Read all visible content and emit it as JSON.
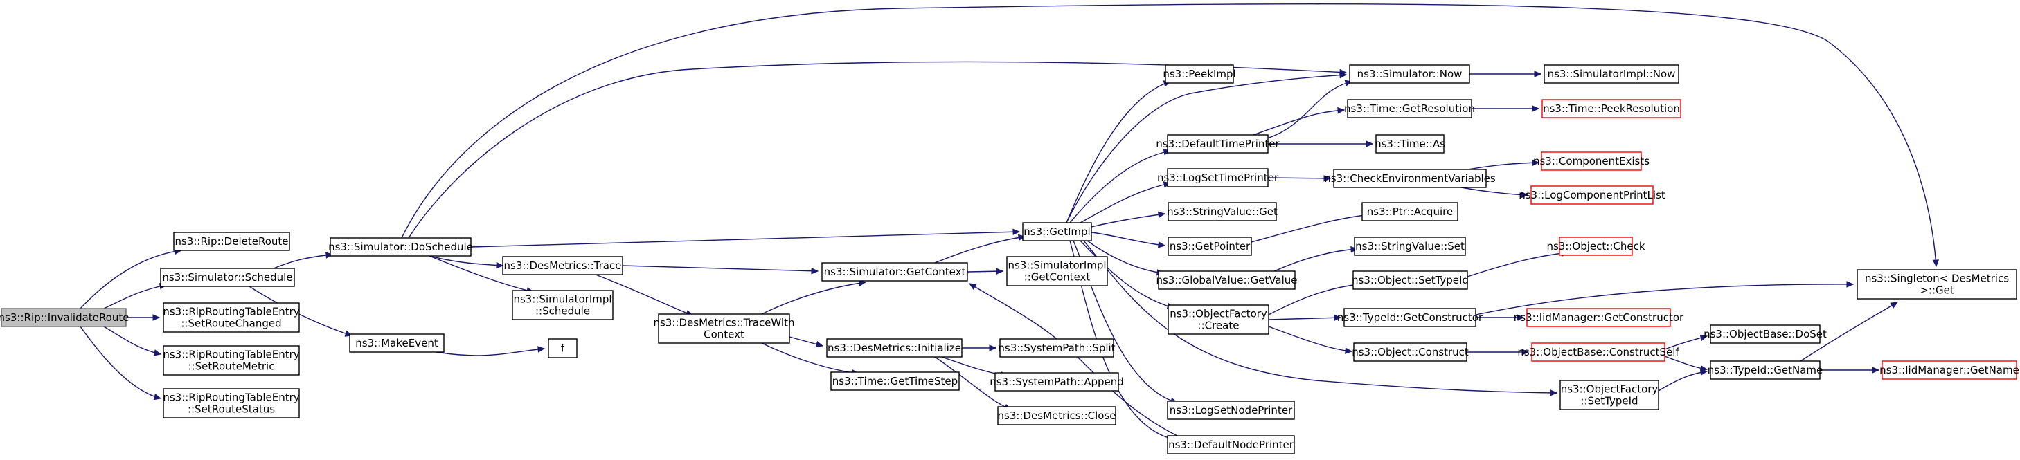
{
  "diagram": {
    "type": "call-graph",
    "colors": {
      "edge": "#191970",
      "node_border": "#000000",
      "truncated_border": "#ff0000",
      "root_fill": "#bfbfbf",
      "root_border": "#666666",
      "background": "#ffffff"
    },
    "nodes": [
      {
        "id": "invalidate-route",
        "lines": [
          "ns3::Rip::InvalidateRoute"
        ],
        "style": "root"
      },
      {
        "id": "delete-route",
        "lines": [
          "ns3::Rip::DeleteRoute"
        ],
        "style": "normal"
      },
      {
        "id": "schedule",
        "lines": [
          "ns3::Simulator::Schedule"
        ],
        "style": "normal"
      },
      {
        "id": "set-route-changed",
        "lines": [
          "ns3::RipRoutingTableEntry",
          "::SetRouteChanged"
        ],
        "style": "normal"
      },
      {
        "id": "set-route-metric",
        "lines": [
          "ns3::RipRoutingTableEntry",
          "::SetRouteMetric"
        ],
        "style": "normal"
      },
      {
        "id": "set-route-status",
        "lines": [
          "ns3::RipRoutingTableEntry",
          "::SetRouteStatus"
        ],
        "style": "normal"
      },
      {
        "id": "do-schedule",
        "lines": [
          "ns3::Simulator::DoSchedule"
        ],
        "style": "normal"
      },
      {
        "id": "make-event",
        "lines": [
          "ns3::MakeEvent"
        ],
        "style": "normal"
      },
      {
        "id": "f",
        "lines": [
          "f"
        ],
        "style": "normal"
      },
      {
        "id": "des-trace",
        "lines": [
          "ns3::DesMetrics::Trace"
        ],
        "style": "normal"
      },
      {
        "id": "simimpl-schedule",
        "lines": [
          "ns3::SimulatorImpl",
          "::Schedule"
        ],
        "style": "normal"
      },
      {
        "id": "trace-with-context",
        "lines": [
          "ns3::DesMetrics::TraceWith",
          "Context"
        ],
        "style": "normal"
      },
      {
        "id": "get-context",
        "lines": [
          "ns3::Simulator::GetContext"
        ],
        "style": "normal"
      },
      {
        "id": "simimpl-get-context",
        "lines": [
          "ns3::SimulatorImpl",
          "::GetContext"
        ],
        "style": "normal"
      },
      {
        "id": "des-initialize",
        "lines": [
          "ns3::DesMetrics::Initialize"
        ],
        "style": "normal"
      },
      {
        "id": "get-time-step",
        "lines": [
          "ns3::Time::GetTimeStep"
        ],
        "style": "normal"
      },
      {
        "id": "path-split",
        "lines": [
          "ns3::SystemPath::Split"
        ],
        "style": "normal"
      },
      {
        "id": "path-append",
        "lines": [
          "ns3::SystemPath::Append"
        ],
        "style": "normal"
      },
      {
        "id": "des-close",
        "lines": [
          "ns3::DesMetrics::Close"
        ],
        "style": "normal"
      },
      {
        "id": "get-impl",
        "lines": [
          "ns3::GetImpl"
        ],
        "style": "normal"
      },
      {
        "id": "peek-impl",
        "lines": [
          "ns3::PeekImpl"
        ],
        "style": "normal"
      },
      {
        "id": "default-time-printer",
        "lines": [
          "ns3::DefaultTimePrinter"
        ],
        "style": "normal"
      },
      {
        "id": "log-set-time-printer",
        "lines": [
          "ns3::LogSetTimePrinter"
        ],
        "style": "normal"
      },
      {
        "id": "string-value-get",
        "lines": [
          "ns3::StringValue::Get"
        ],
        "style": "normal"
      },
      {
        "id": "get-pointer",
        "lines": [
          "ns3::GetPointer"
        ],
        "style": "normal"
      },
      {
        "id": "global-value-get-value",
        "lines": [
          "ns3::GlobalValue::GetValue"
        ],
        "style": "normal"
      },
      {
        "id": "object-factory-create",
        "lines": [
          "ns3::ObjectFactory",
          "::Create"
        ],
        "style": "normal"
      },
      {
        "id": "log-set-node-printer",
        "lines": [
          "ns3::LogSetNodePrinter"
        ],
        "style": "normal"
      },
      {
        "id": "default-node-printer",
        "lines": [
          "ns3::DefaultNodePrinter"
        ],
        "style": "normal"
      },
      {
        "id": "simulator-now",
        "lines": [
          "ns3::Simulator::Now"
        ],
        "style": "normal"
      },
      {
        "id": "simimpl-now",
        "lines": [
          "ns3::SimulatorImpl::Now"
        ],
        "style": "normal"
      },
      {
        "id": "time-get-resolution",
        "lines": [
          "ns3::Time::GetResolution"
        ],
        "style": "normal"
      },
      {
        "id": "time-peek-resolution",
        "lines": [
          "ns3::Time::PeekResolution"
        ],
        "style": "truncated"
      },
      {
        "id": "time-as",
        "lines": [
          "ns3::Time::As"
        ],
        "style": "normal"
      },
      {
        "id": "check-env-vars",
        "lines": [
          "ns3::CheckEnvironmentVariables"
        ],
        "style": "normal"
      },
      {
        "id": "component-exists",
        "lines": [
          "ns3::ComponentExists"
        ],
        "style": "truncated"
      },
      {
        "id": "log-component-print-list",
        "lines": [
          "ns3::LogComponentPrintList"
        ],
        "style": "truncated"
      },
      {
        "id": "ptr-acquire",
        "lines": [
          "ns3::Ptr::Acquire"
        ],
        "style": "normal"
      },
      {
        "id": "string-value-set",
        "lines": [
          "ns3::StringValue::Set"
        ],
        "style": "normal"
      },
      {
        "id": "object-check",
        "lines": [
          "ns3::Object::Check"
        ],
        "style": "truncated"
      },
      {
        "id": "object-set-type-id",
        "lines": [
          "ns3::Object::SetTypeId"
        ],
        "style": "normal"
      },
      {
        "id": "typeid-get-constructor",
        "lines": [
          "ns3::TypeId::GetConstructor"
        ],
        "style": "normal"
      },
      {
        "id": "iid-get-constructor",
        "lines": [
          "ns3::IidManager::GetConstructor"
        ],
        "style": "truncated"
      },
      {
        "id": "singleton-get",
        "lines": [
          "ns3::Singleton< DesMetrics",
          " >::Get"
        ],
        "style": "normal"
      },
      {
        "id": "object-construct",
        "lines": [
          "ns3::Object::Construct"
        ],
        "style": "normal"
      },
      {
        "id": "construct-self",
        "lines": [
          "ns3::ObjectBase::ConstructSelf"
        ],
        "style": "truncated"
      },
      {
        "id": "do-set",
        "lines": [
          "ns3::ObjectBase::DoSet"
        ],
        "style": "normal"
      },
      {
        "id": "object-factory-set-type-id",
        "lines": [
          "ns3::ObjectFactory",
          "::SetTypeId"
        ],
        "style": "normal"
      },
      {
        "id": "typeid-get-name",
        "lines": [
          "ns3::TypeId::GetName"
        ],
        "style": "normal"
      },
      {
        "id": "iid-get-name",
        "lines": [
          "ns3::IidManager::GetName"
        ],
        "style": "truncated"
      }
    ]
  }
}
